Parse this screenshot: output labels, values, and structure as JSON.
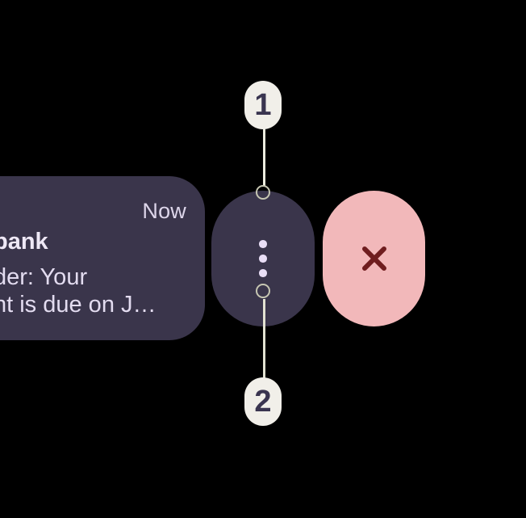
{
  "background_color": "#000000",
  "notification": {
    "timestamp": "Now",
    "app_title": "bank",
    "message_line1": "der: Your",
    "message_line2": "nt is due on J…",
    "card_color": "#3a354b",
    "title_color": "#eee8f6",
    "text_color": "#e3dcf0",
    "timestamp_color": "#ddd6ea"
  },
  "menu_pill": {
    "icon": "more-vert-icon",
    "background": "#3a354b",
    "dot_color": "#e9def6"
  },
  "dismiss_pill": {
    "icon": "close-icon",
    "background": "#f2b8ba",
    "icon_color": "#6f1d1f"
  },
  "annotations": {
    "badges": [
      {
        "label": "1"
      },
      {
        "label": "2"
      }
    ],
    "badge_background": "#f1efe9",
    "badge_text_color": "#3a3550",
    "connector_color": "#ececdf",
    "anchor_ring_color": "#c6c6b2"
  }
}
